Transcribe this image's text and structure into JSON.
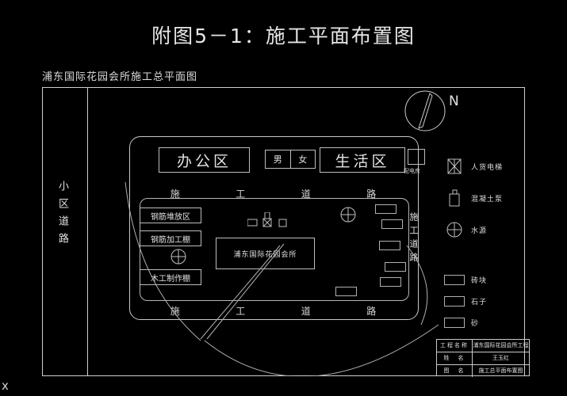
{
  "page": {
    "title": "附图5－1：施工平面布置图",
    "subtitle": "浦东国际花园会所施工总平面图",
    "corner_mark": "x"
  },
  "compass": {
    "label": "N",
    "name": "north-arrow"
  },
  "site_plan": {
    "left_road_label": "小区道路",
    "right_road_label": "施工道路",
    "top_road_label_chars": [
      "施",
      "工",
      "道",
      "路"
    ],
    "bottom_road_label_chars": [
      "施",
      "工",
      "道",
      "路"
    ],
    "facilities": {
      "office": "办公区",
      "living": "生活区",
      "toilet_male": "男",
      "toilet_female": "女",
      "power_room": "配电房",
      "rebar_storage": "钢筋堆放区",
      "rebar_workshop": "钢筋加工棚",
      "carpentry_workshop": "木工制作棚",
      "main_building": "浦东国际花园会所"
    }
  },
  "legend": {
    "symbols": [
      {
        "icon": "hoist-icon",
        "label": "人货电梯"
      },
      {
        "icon": "concrete-pump-icon",
        "label": "混凝土泵"
      },
      {
        "icon": "water-source-icon",
        "label": "水源"
      }
    ],
    "materials": [
      {
        "icon": "brick-stack-icon",
        "label": "砖块"
      },
      {
        "icon": "gravel-stack-icon",
        "label": "石子"
      },
      {
        "icon": "sand-stack-icon",
        "label": "砂"
      }
    ]
  },
  "title_block": {
    "rows": [
      {
        "key": "工程名称",
        "value": "浦东国际花园会所工程"
      },
      {
        "key": "姓　名",
        "value": "王玉红"
      },
      {
        "key": "图　名",
        "value": "施工总平面布置图"
      }
    ]
  },
  "colors": {
    "background": "#000000",
    "line": "#c8c8c8",
    "text": "#e2e2e2"
  }
}
